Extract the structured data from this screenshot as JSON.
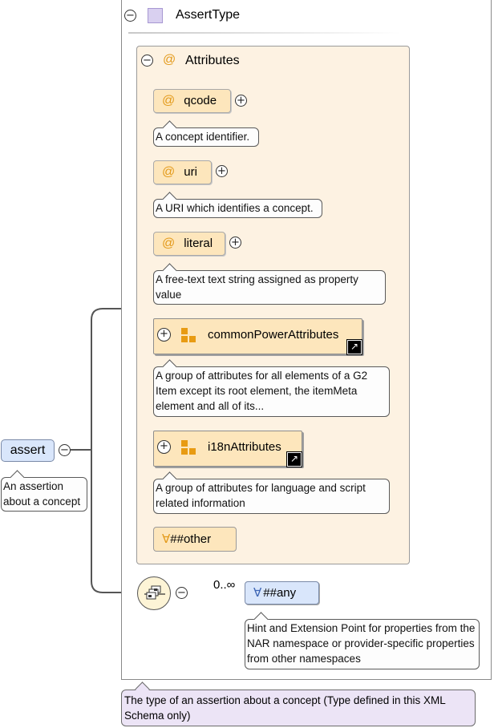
{
  "type_box": {
    "title": "AssertType",
    "icon": "complex-type-icon"
  },
  "attributes_group": {
    "title": "Attributes",
    "items": [
      {
        "name": "qcode",
        "doc": "A concept identifier."
      },
      {
        "name": "uri",
        "doc": "A URI which identifies a concept."
      },
      {
        "name": "literal",
        "doc": "A free-text text string assigned as property value"
      }
    ],
    "groups": [
      {
        "name": "commonPowerAttributes",
        "doc": "A group of attributes for all elements of a G2 Item except its root element, the itemMeta element and all of its..."
      },
      {
        "name": "i18nAttributes",
        "doc": "A group of attributes for language and script related information"
      }
    ],
    "other": "##other"
  },
  "sequence": {
    "occurrence": "0..∞",
    "any": "##any",
    "any_doc": "Hint and Extension Point for properties from the NAR namespace or provider-specific properties from other namespaces"
  },
  "element": {
    "name": "assert",
    "doc": "An assertion about a concept"
  },
  "type_doc": "The type of an assertion about a concept (Type defined in this XML Schema only)",
  "symbols": {
    "at": "@",
    "forall": "∀",
    "collapse": "−",
    "expand": "+",
    "shortcut": "↗"
  },
  "colors": {
    "attribute_fill": "#fde6bc",
    "element_fill": "#d9e6fb",
    "group_panel": "#fdf2e2",
    "type_note": "#ece4f6",
    "group_icon": "#e89b13"
  }
}
